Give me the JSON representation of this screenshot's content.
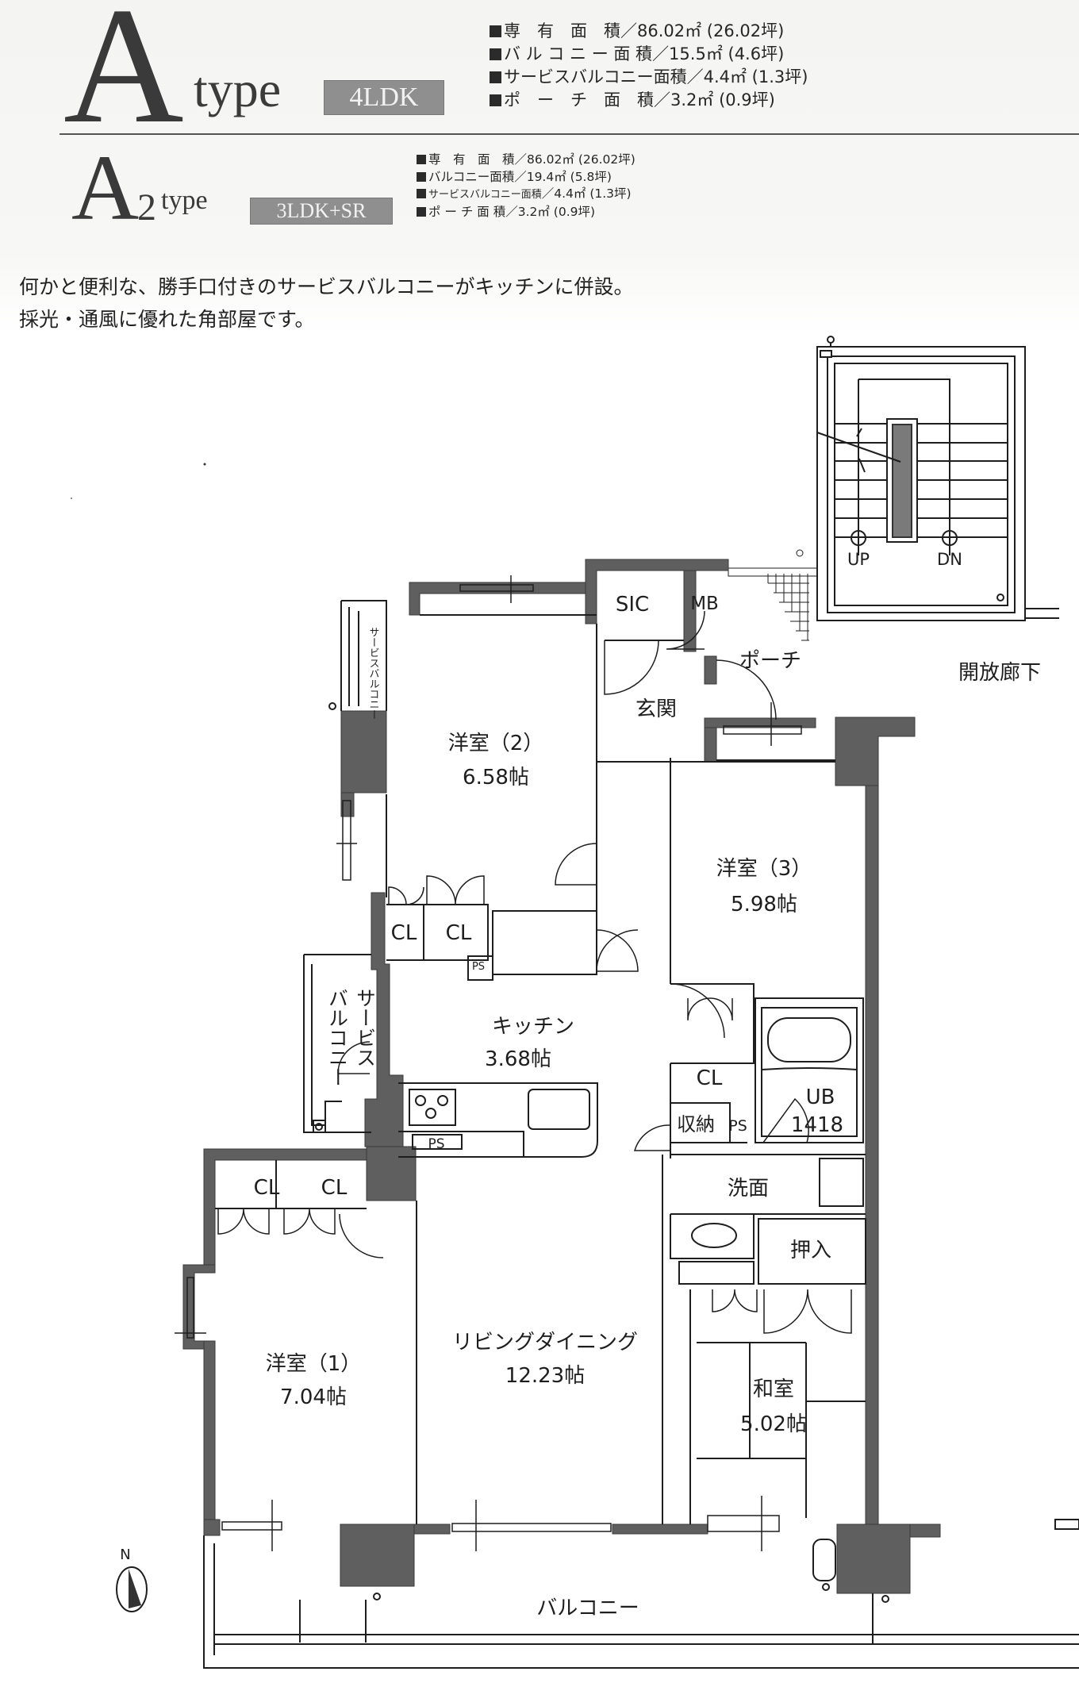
{
  "header": {
    "a_type": {
      "letter": "A",
      "type_word": "type",
      "badge": "4LDK",
      "specs": [
        {
          "label": "専　有　面　積",
          "value": "／86.02㎡ (26.02坪)"
        },
        {
          "label": "バ ル コ ニ ー 面 積",
          "value": "／15.5㎡ (4.6坪)"
        },
        {
          "label": "サービスバルコニー面積",
          "value": "／4.4㎡ (1.3坪)"
        },
        {
          "label": "ポ　ー　チ　面　積",
          "value": "／3.2㎡ (0.9坪)"
        }
      ]
    },
    "a2_type": {
      "letter": "A",
      "subscript": "2",
      "type_word": "type",
      "badge": "3LDK+SR",
      "specs": [
        {
          "label": "専　有　面　積",
          "value": "／86.02㎡ (26.02坪)"
        },
        {
          "label": "バルコニー面積",
          "value": "／19.4㎡ (5.8坪)"
        },
        {
          "label": "サービスバルコニー面積",
          "value": "／4.4㎡ (1.3坪)"
        },
        {
          "label": "ポ ー チ 面 積",
          "value": "／3.2㎡ (0.9坪)"
        }
      ]
    }
  },
  "description": {
    "line1": "何かと便利な、勝手口付きのサービスバルコニーがキッチンに併設。",
    "line2": "採光・通風に優れた角部屋です。"
  },
  "floor_plan": {
    "colors": {
      "wall": "#5f5f5f",
      "line": "#1e1e1e",
      "background": "#ffffff"
    },
    "rooms": {
      "western_room_2": {
        "name": "洋室（2）",
        "size": "6.58帖"
      },
      "western_room_3": {
        "name": "洋室（3）",
        "size": "5.98帖"
      },
      "western_room_1": {
        "name": "洋室（1）",
        "size": "7.04帖"
      },
      "kitchen": {
        "name": "キッチン",
        "size": "3.68帖"
      },
      "living_dining": {
        "name": "リビングダイニング",
        "size": "12.23帖"
      },
      "japanese_room": {
        "name": "和室",
        "size": "5.02帖"
      },
      "entrance": {
        "name": "玄関"
      },
      "porch": {
        "name": "ポーチ"
      },
      "sic": {
        "name": "SIC"
      },
      "mb": {
        "name": "MB"
      },
      "unit_bath": {
        "name": "UB",
        "size": "1418"
      },
      "washroom": {
        "name": "洗面"
      },
      "oshiire": {
        "name": "押入"
      },
      "storage": {
        "name": "収納"
      },
      "service_balcony_top": {
        "name": "サービスバルコニー"
      },
      "service_balcony_kitchen": {
        "col1": "サービ",
        "col2": "バルコニー",
        "col1_full": "サービス"
      },
      "balcony": {
        "name": "バルコニー"
      },
      "open_corridor": {
        "name": "開放廊下"
      }
    },
    "closets": [
      "CL",
      "CL",
      "CL",
      "CL",
      "CL"
    ],
    "pipe_spaces": [
      "PS",
      "PS",
      "PS"
    ],
    "stairs": {
      "up": "UP",
      "down": "DN"
    },
    "compass": {
      "label": "N"
    }
  }
}
